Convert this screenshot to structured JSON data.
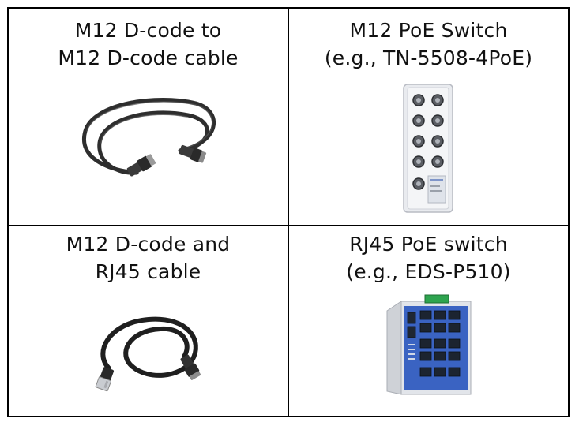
{
  "cells": [
    {
      "line1": "M12 D-code to",
      "line2": "M12 D-code cable",
      "image": "m12-to-m12-cable"
    },
    {
      "line1": "M12 PoE Switch",
      "line2": "(e.g., TN-5508-4PoE)",
      "image": "m12-poe-switch"
    },
    {
      "line1": "M12 D-code and",
      "line2": "RJ45 cable",
      "image": "m12-to-rj45-cable"
    },
    {
      "line1": "RJ45 PoE switch",
      "line2": "(e.g., EDS-P510)",
      "image": "rj45-poe-switch"
    }
  ],
  "colors": {
    "border": "#000000",
    "cable": "#2b2b2b",
    "switch_body": "#e6e8ec",
    "switch_front": "#3a66c4"
  }
}
